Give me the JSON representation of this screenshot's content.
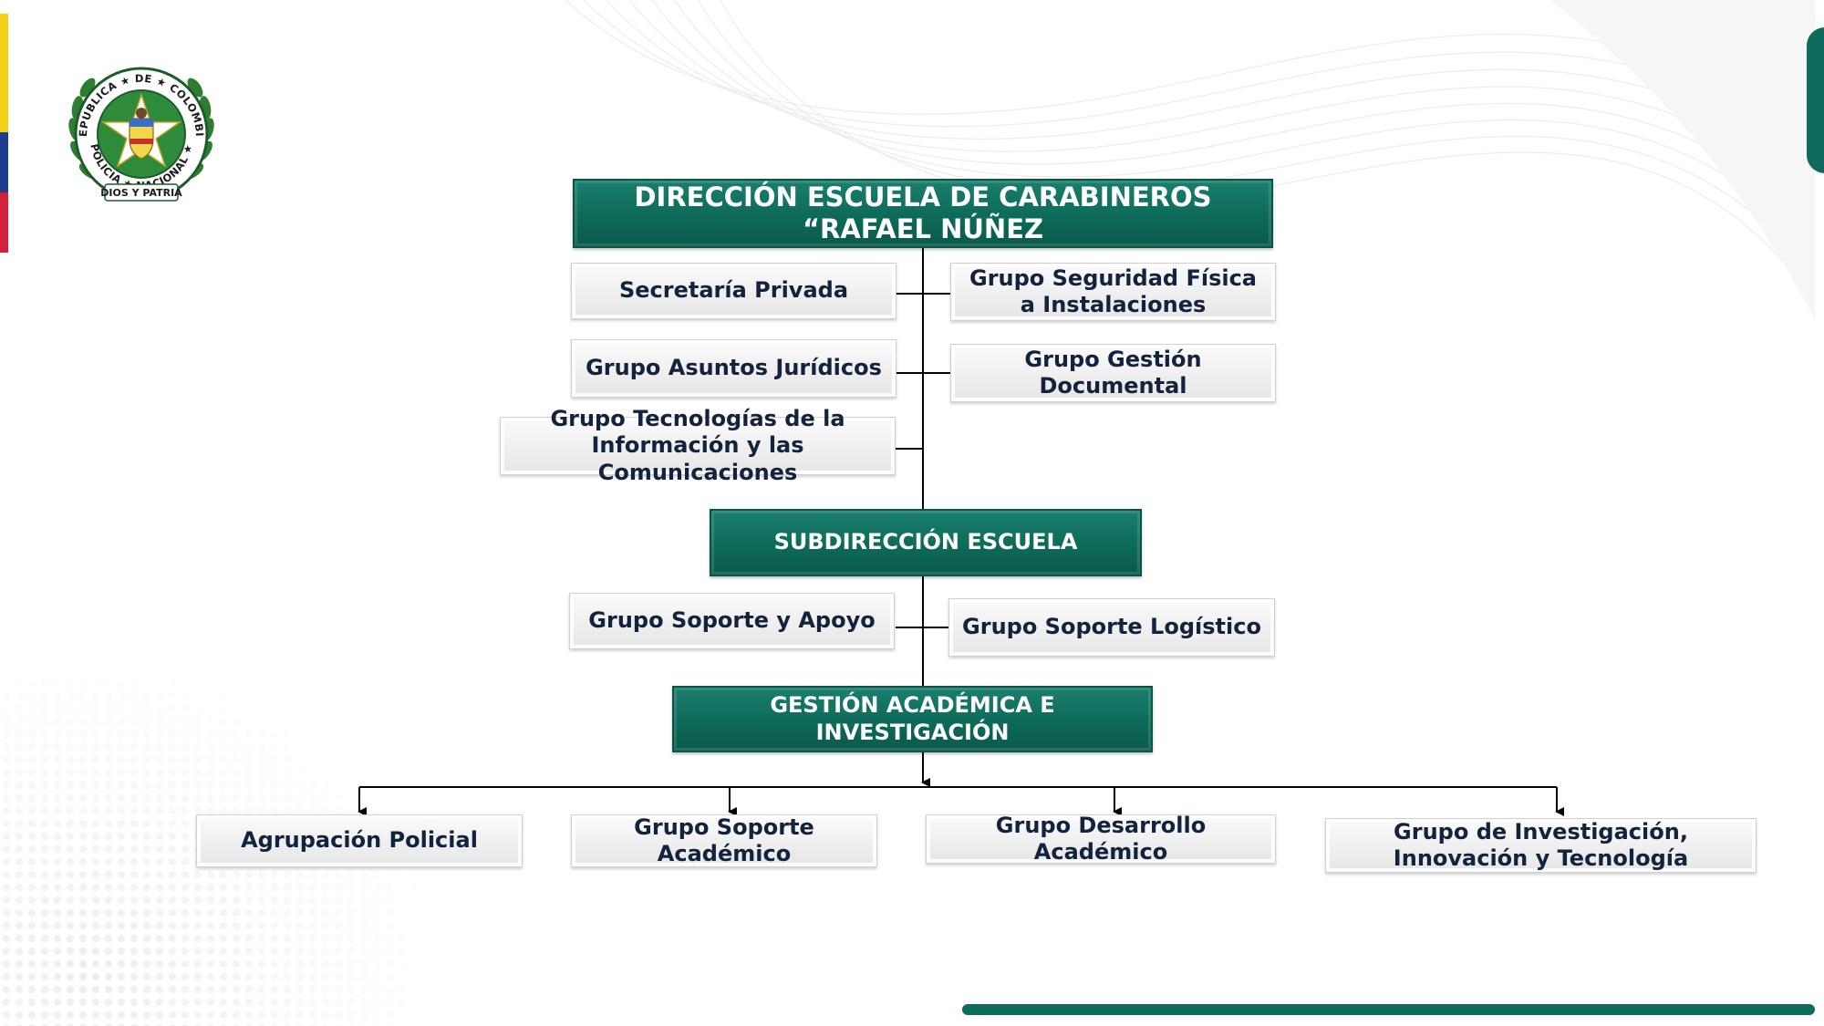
{
  "logo": {
    "ring_top": "REPUBLICA ★ DE ★ COLOMBIA",
    "ring_bottom": "POLICIA ★ NACIONAL ★",
    "motto": "DIOS Y PATRIA"
  },
  "colors": {
    "primary_green": "#0f6b5c",
    "box_text_dark": "#13233d",
    "flag_yellow": "#f7d117",
    "flag_blue": "#1f3c8f",
    "flag_red": "#d5203a"
  },
  "org": {
    "direccion": "DIRECCIÓN ESCUELA DE CARABINEROS “RAFAEL NÚÑEZ",
    "secretaria": "Secretaría Privada",
    "seguridad": "Grupo Seguridad Física a Instalaciones",
    "juridicos": "Grupo Asuntos Jurídicos",
    "documental": "Grupo Gestión Documental",
    "tecnologias": "Grupo Tecnologías de la Información y las Comunicaciones",
    "subdireccion": "SUBDIRECCIÓN ESCUELA",
    "soporte_apoyo": "Grupo Soporte y Apoyo",
    "soporte_logistico": "Grupo Soporte Logístico",
    "gestion_academica": "GESTIÓN ACADÉMICA E INVESTIGACIÓN",
    "agrupacion": "Agrupación Policial",
    "soporte_academico": "Grupo Soporte Académico",
    "desarrollo_academico": "Grupo Desarrollo Académico",
    "investigacion": "Grupo de Investigación, Innovación y Tecnología"
  }
}
